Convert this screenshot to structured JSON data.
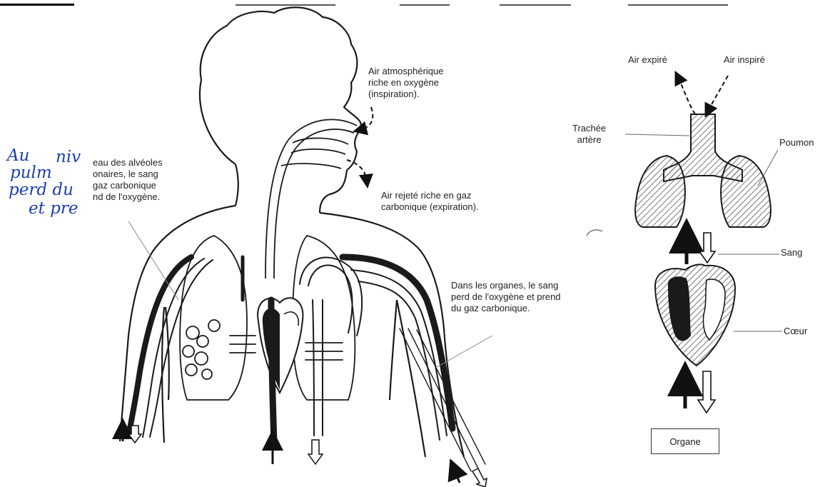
{
  "left": {
    "labels": {
      "air_in": "Air atmosphérique\nriche en oxygène\n(inspiration).",
      "air_out": "Air rejeté riche en gaz\ncarbonique (expiration).",
      "alveoles": "eau des alvéoles\nonaires, le sang\ngaz carbonique\nnd de l'oxygène.",
      "organes": "Dans les organes, le sang\nperd de l'oxygène et prend\ndu gaz carbonique."
    },
    "handwriting": {
      "line1a": "Au",
      "line1b": "niv",
      "line2": "pulm",
      "line3": "perd du",
      "line4": "et pre"
    }
  },
  "right": {
    "labels": {
      "expire": "Air expiré",
      "inspire": "Air inspiré",
      "trachee": "Trachée\nartère",
      "poumon": "Poumon",
      "sang": "Sang",
      "coeur": "Cœur",
      "organe": "Organe"
    }
  },
  "colors": {
    "ink": "#1a1a1a",
    "handwriting": "#1d3fb0",
    "hatch": "#555555"
  }
}
